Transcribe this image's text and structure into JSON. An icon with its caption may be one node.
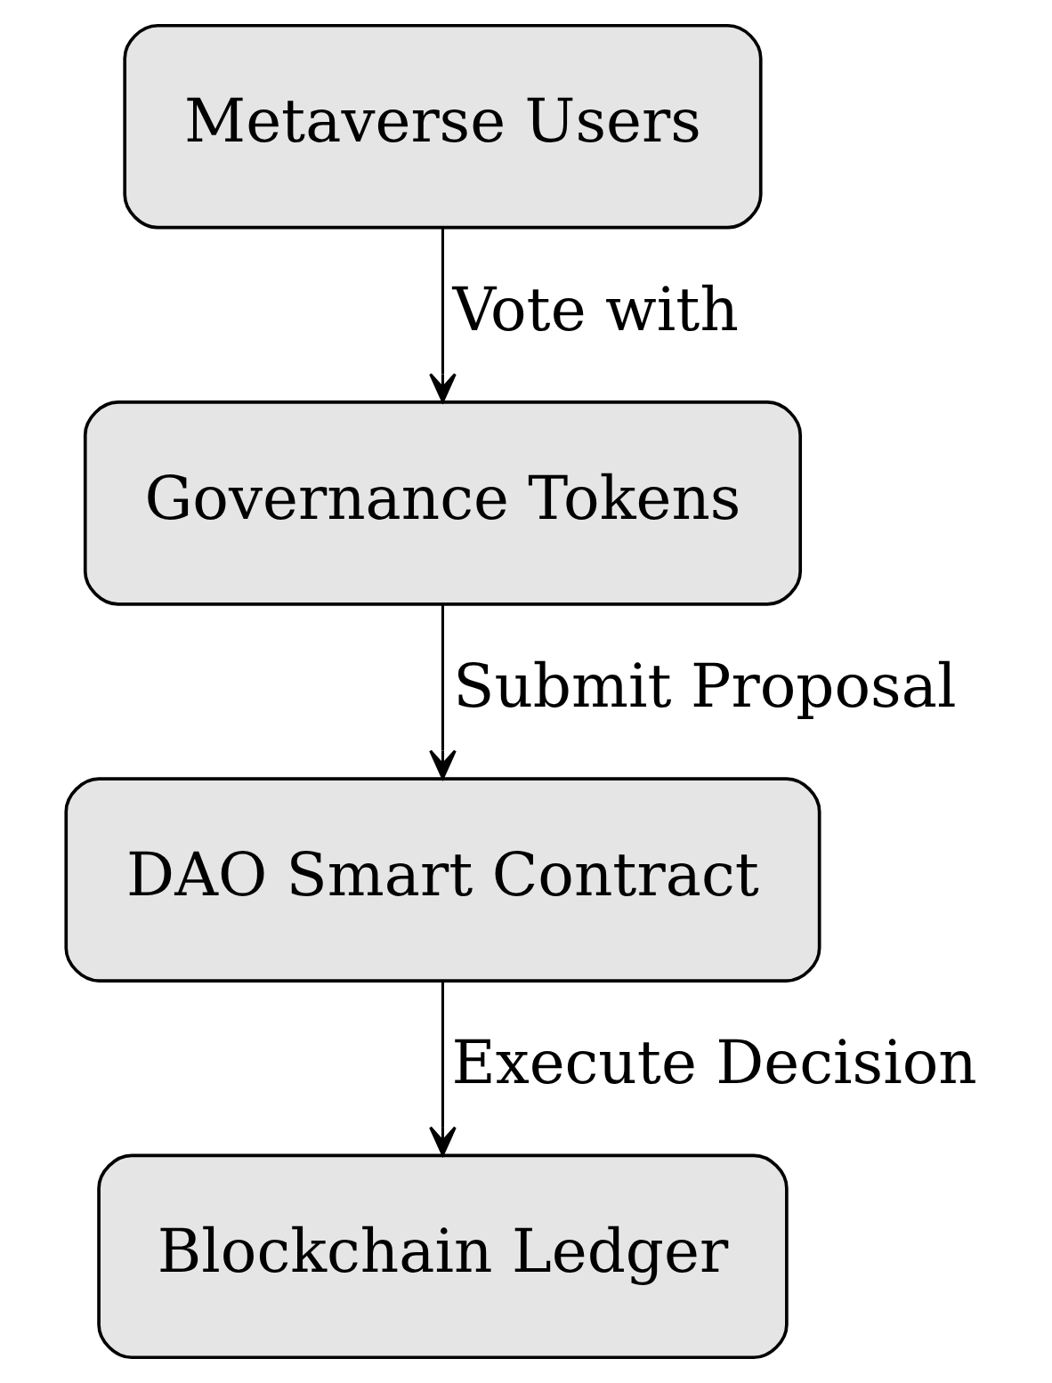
{
  "diagram": {
    "nodes": [
      {
        "text": [
          "Metaverse Users"
        ]
      },
      {
        "text": [
          "Governance Tokens"
        ]
      },
      {
        "text": [
          "DAO Smart Contract"
        ]
      },
      {
        "text": [
          "Blockchain Ledger"
        ]
      }
    ],
    "edges": [
      {
        "from": 0,
        "to": 1,
        "arrow": "to",
        "label": "Vote with"
      },
      {
        "from": 1,
        "to": 2,
        "arrow": "to",
        "label": "Submit Proposal"
      },
      {
        "from": 2,
        "to": 3,
        "arrow": "to",
        "label": "Execute Decision"
      }
    ]
  }
}
